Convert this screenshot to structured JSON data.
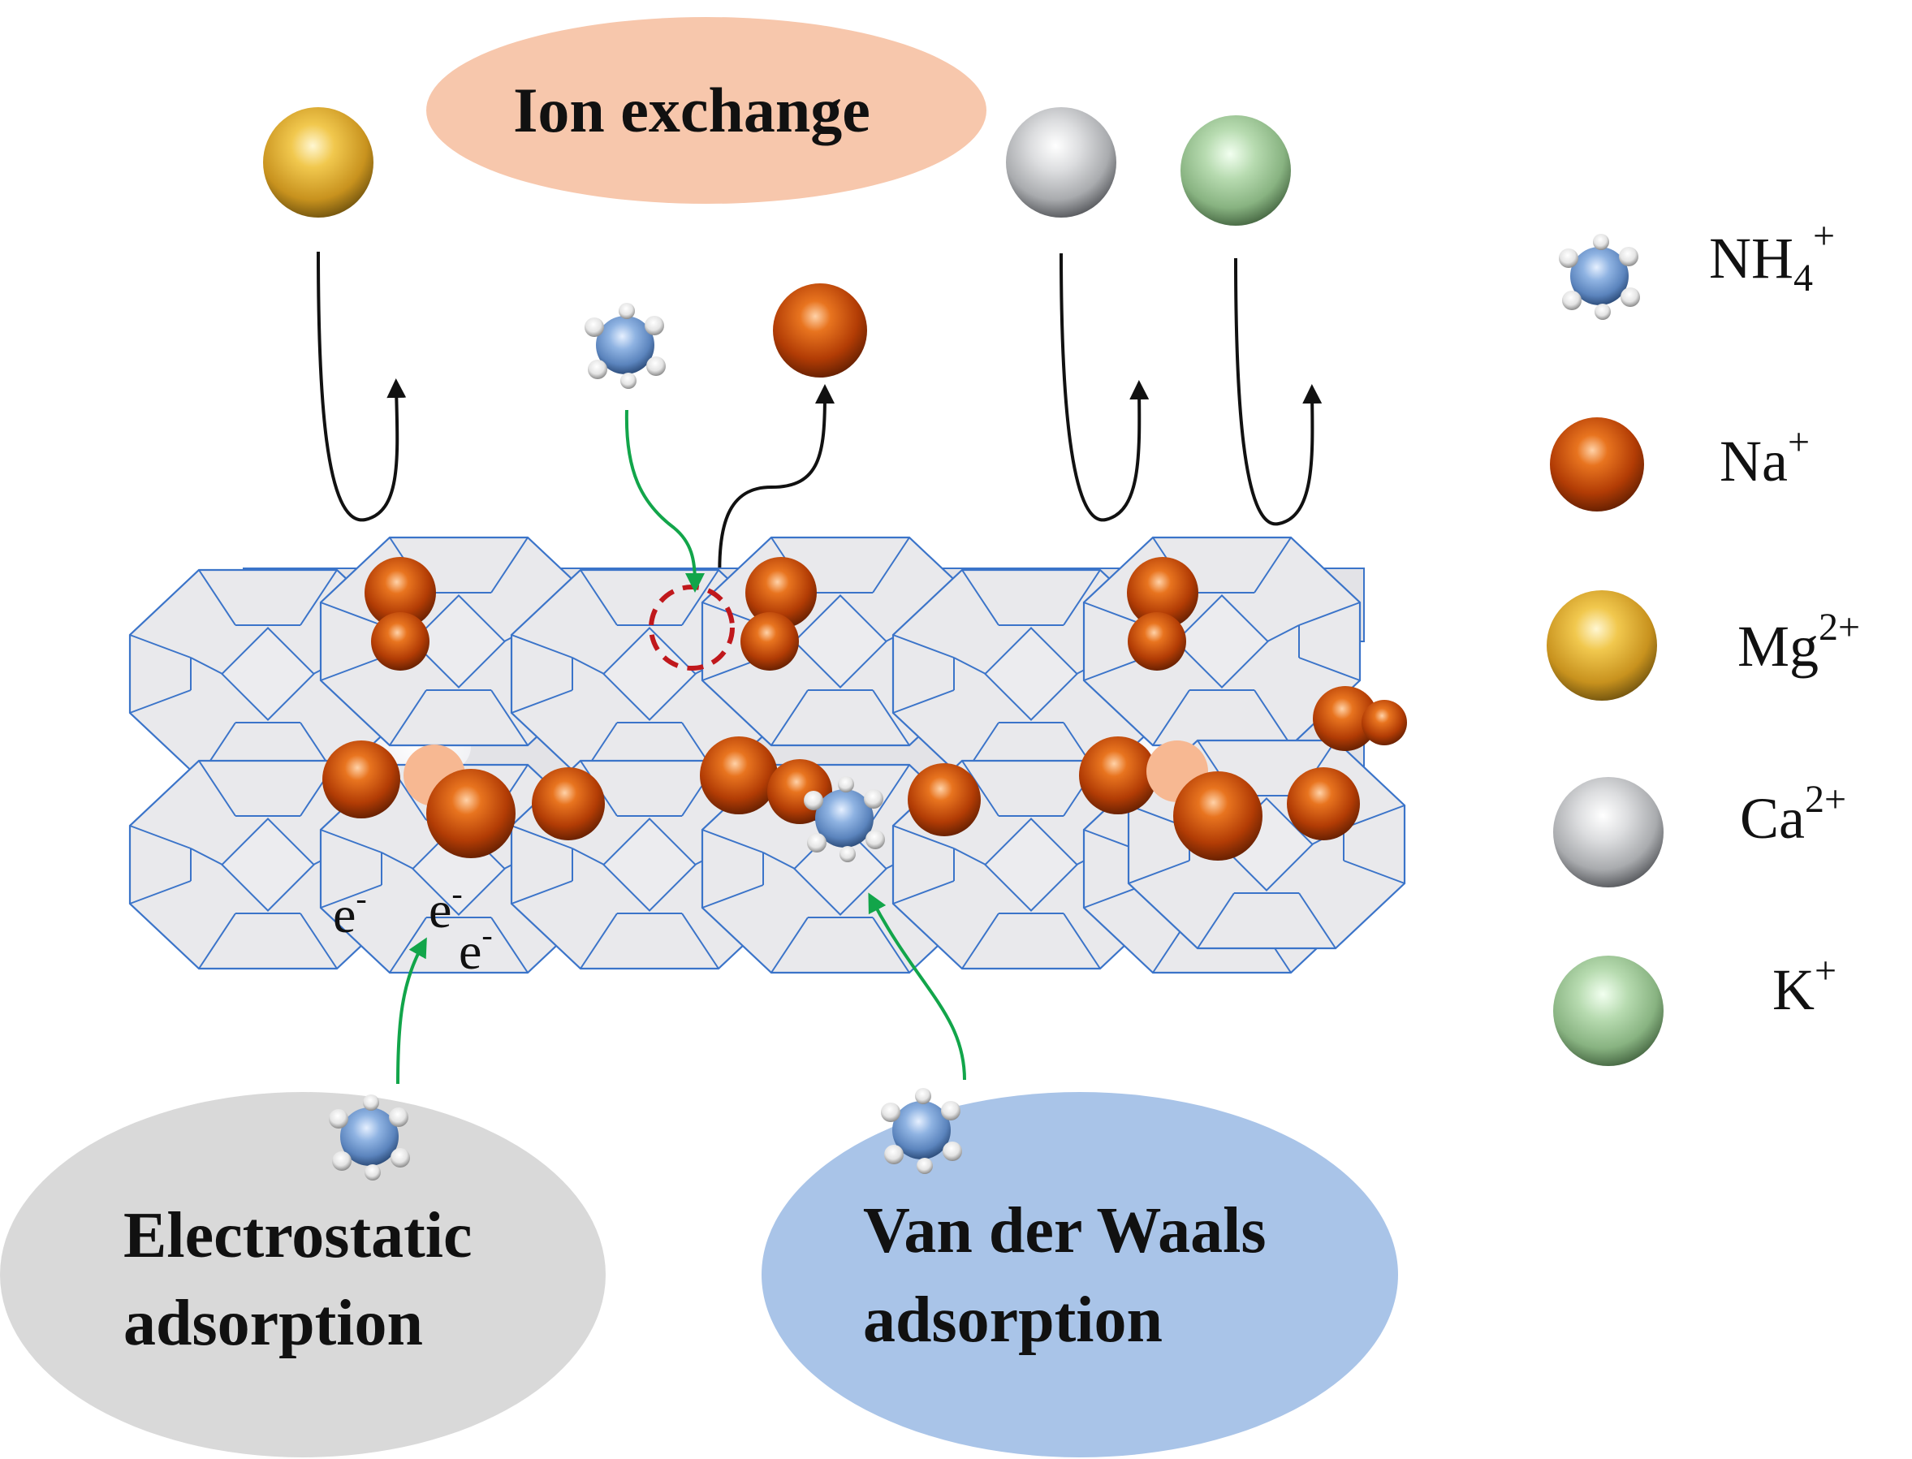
{
  "labels": {
    "ion_exchange": "Ion exchange",
    "electrostatic": [
      "Electrostatic",
      "adsorption"
    ],
    "vdw": [
      "Van der Waals",
      "adsorption"
    ]
  },
  "electron": {
    "base": "e",
    "sup": "-"
  },
  "legend": [
    {
      "icon": "ammonium-icon",
      "base": "NH",
      "sub": "4",
      "sup": "+"
    },
    {
      "icon": "sodium-icon",
      "base": "Na",
      "sub": "",
      "sup": "+"
    },
    {
      "icon": "magnesium-icon",
      "base": "Mg",
      "sub": "",
      "sup": "2+"
    },
    {
      "icon": "calcium-icon",
      "base": "Ca",
      "sub": "",
      "sup": "2+"
    },
    {
      "icon": "potassium-icon",
      "base": "K",
      "sub": "",
      "sup": "+"
    }
  ],
  "colors": {
    "ion_exchange_bg": "#f7c7ac",
    "electrostatic_bg": "#d9d9d9",
    "vdw_bg": "#a9c4e8",
    "framework_fill": "#e9e9ec",
    "framework_line": "#3b74c9",
    "sodium": "#c8490a",
    "magnesium": "#e2b53a",
    "calcium": "#c9cacc",
    "potassium": "#a8cfa2",
    "nitrogen": "#7aa3d6",
    "hydrogen": "#f2f2f2",
    "green_arrow": "#12a54a",
    "black_arrow": "#111111",
    "exchange_site": "#c0181c"
  }
}
